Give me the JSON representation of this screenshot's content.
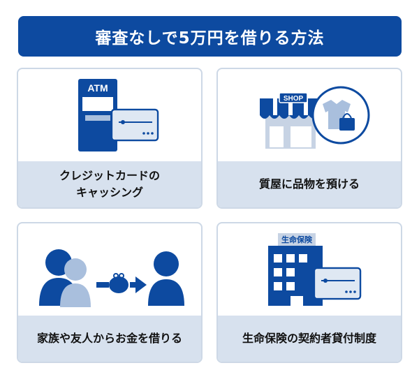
{
  "header": {
    "title": "審査なしで5万円を借りる方法"
  },
  "cards": [
    {
      "label_lines": [
        "クレジットカードの",
        "キャッシング"
      ],
      "sign": "ATM"
    },
    {
      "label_lines": [
        "質屋に品物を預ける"
      ],
      "sign": "SHOP"
    },
    {
      "label_lines": [
        "家族や友人からお金を借りる"
      ]
    },
    {
      "label_lines": [
        "生命保険の契約者貸付制度"
      ],
      "sign": "生命保険"
    }
  ],
  "colors": {
    "navy": "#0d4aa0",
    "mid_blue": "#5a86c4",
    "light_blue": "#a9bfdd",
    "label_bg": "#d7e1ee",
    "border": "#cdd8e6"
  }
}
